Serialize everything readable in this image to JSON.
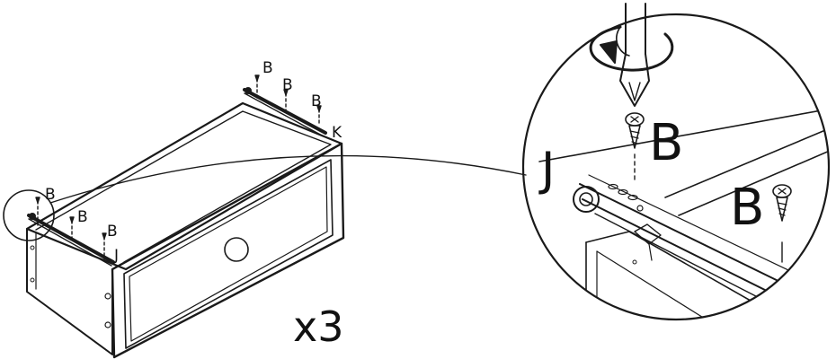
{
  "labels": {
    "screw": "B",
    "slide_left": "J",
    "slide_right": "K",
    "detail_screw_a": "B",
    "detail_screw_b": "B",
    "detail_slide": "J"
  },
  "quantity": "x3",
  "icons": {
    "rotation": "rotate-clockwise-arrow-icon",
    "screwdriver": "screwdriver-icon",
    "screw": "screw-icon"
  }
}
